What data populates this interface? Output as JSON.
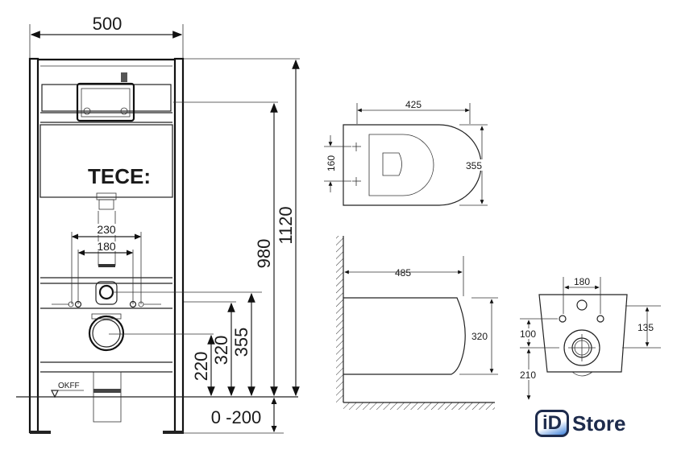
{
  "frame_view": {
    "brand": "TECE:",
    "width_label": "500",
    "spacing_outer": "230",
    "spacing_inner": "180",
    "height_total": "1120",
    "height_flush": "980",
    "height_inlet": "355",
    "height_bolts": "320",
    "height_drain": "220",
    "floor_adjust": "0 -200",
    "floor_marker": "OKFF"
  },
  "bowl_top_view": {
    "length": "425",
    "width": "355",
    "hole_spacing": "160"
  },
  "bowl_side_view": {
    "depth": "485",
    "height": "320"
  },
  "bowl_back_view": {
    "hole_spacing": "180",
    "hole_to_drain": "135",
    "drain_offset": "100",
    "drain_height": "210"
  },
  "logo": {
    "mark": "iD",
    "text": "Store",
    "colors": {
      "navy": "#1d2b4c",
      "blue": "#3b7fd9"
    }
  }
}
